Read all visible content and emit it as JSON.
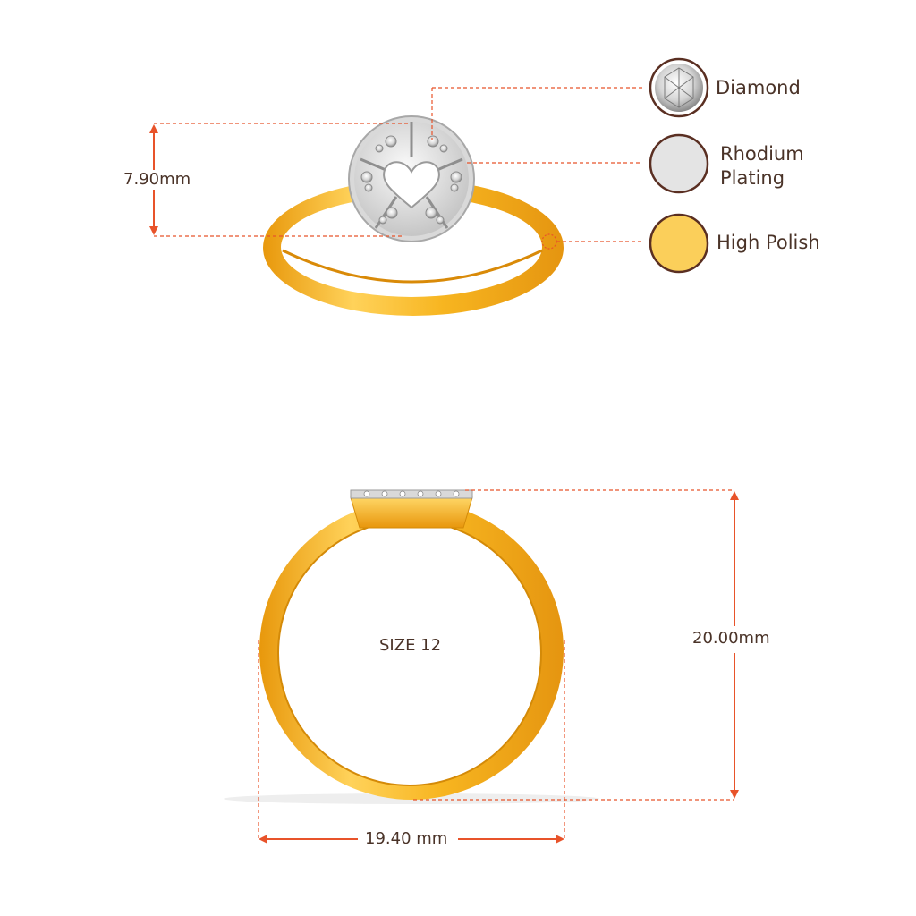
{
  "legend": {
    "diamond": "Diamond",
    "rhodium_line1": "Rhodium",
    "rhodium_line2": "Plating",
    "high_polish": "High Polish"
  },
  "dimensions": {
    "head_height": "7.90mm",
    "ring_height": "20.00mm",
    "ring_width": "19.40 mm",
    "ring_size": "SIZE 12"
  },
  "colors": {
    "gold": "#f6b51e",
    "gold_dark": "#e0980f",
    "gold_light": "#ffd766",
    "rhodium": "#e4e4e4",
    "dimension_line": "#e8532a",
    "text": "#4a3328",
    "swatch_border": "#5a2f22"
  },
  "icons": [
    "diamond-swatch-icon",
    "rhodium-swatch-icon",
    "high-polish-swatch-icon"
  ]
}
